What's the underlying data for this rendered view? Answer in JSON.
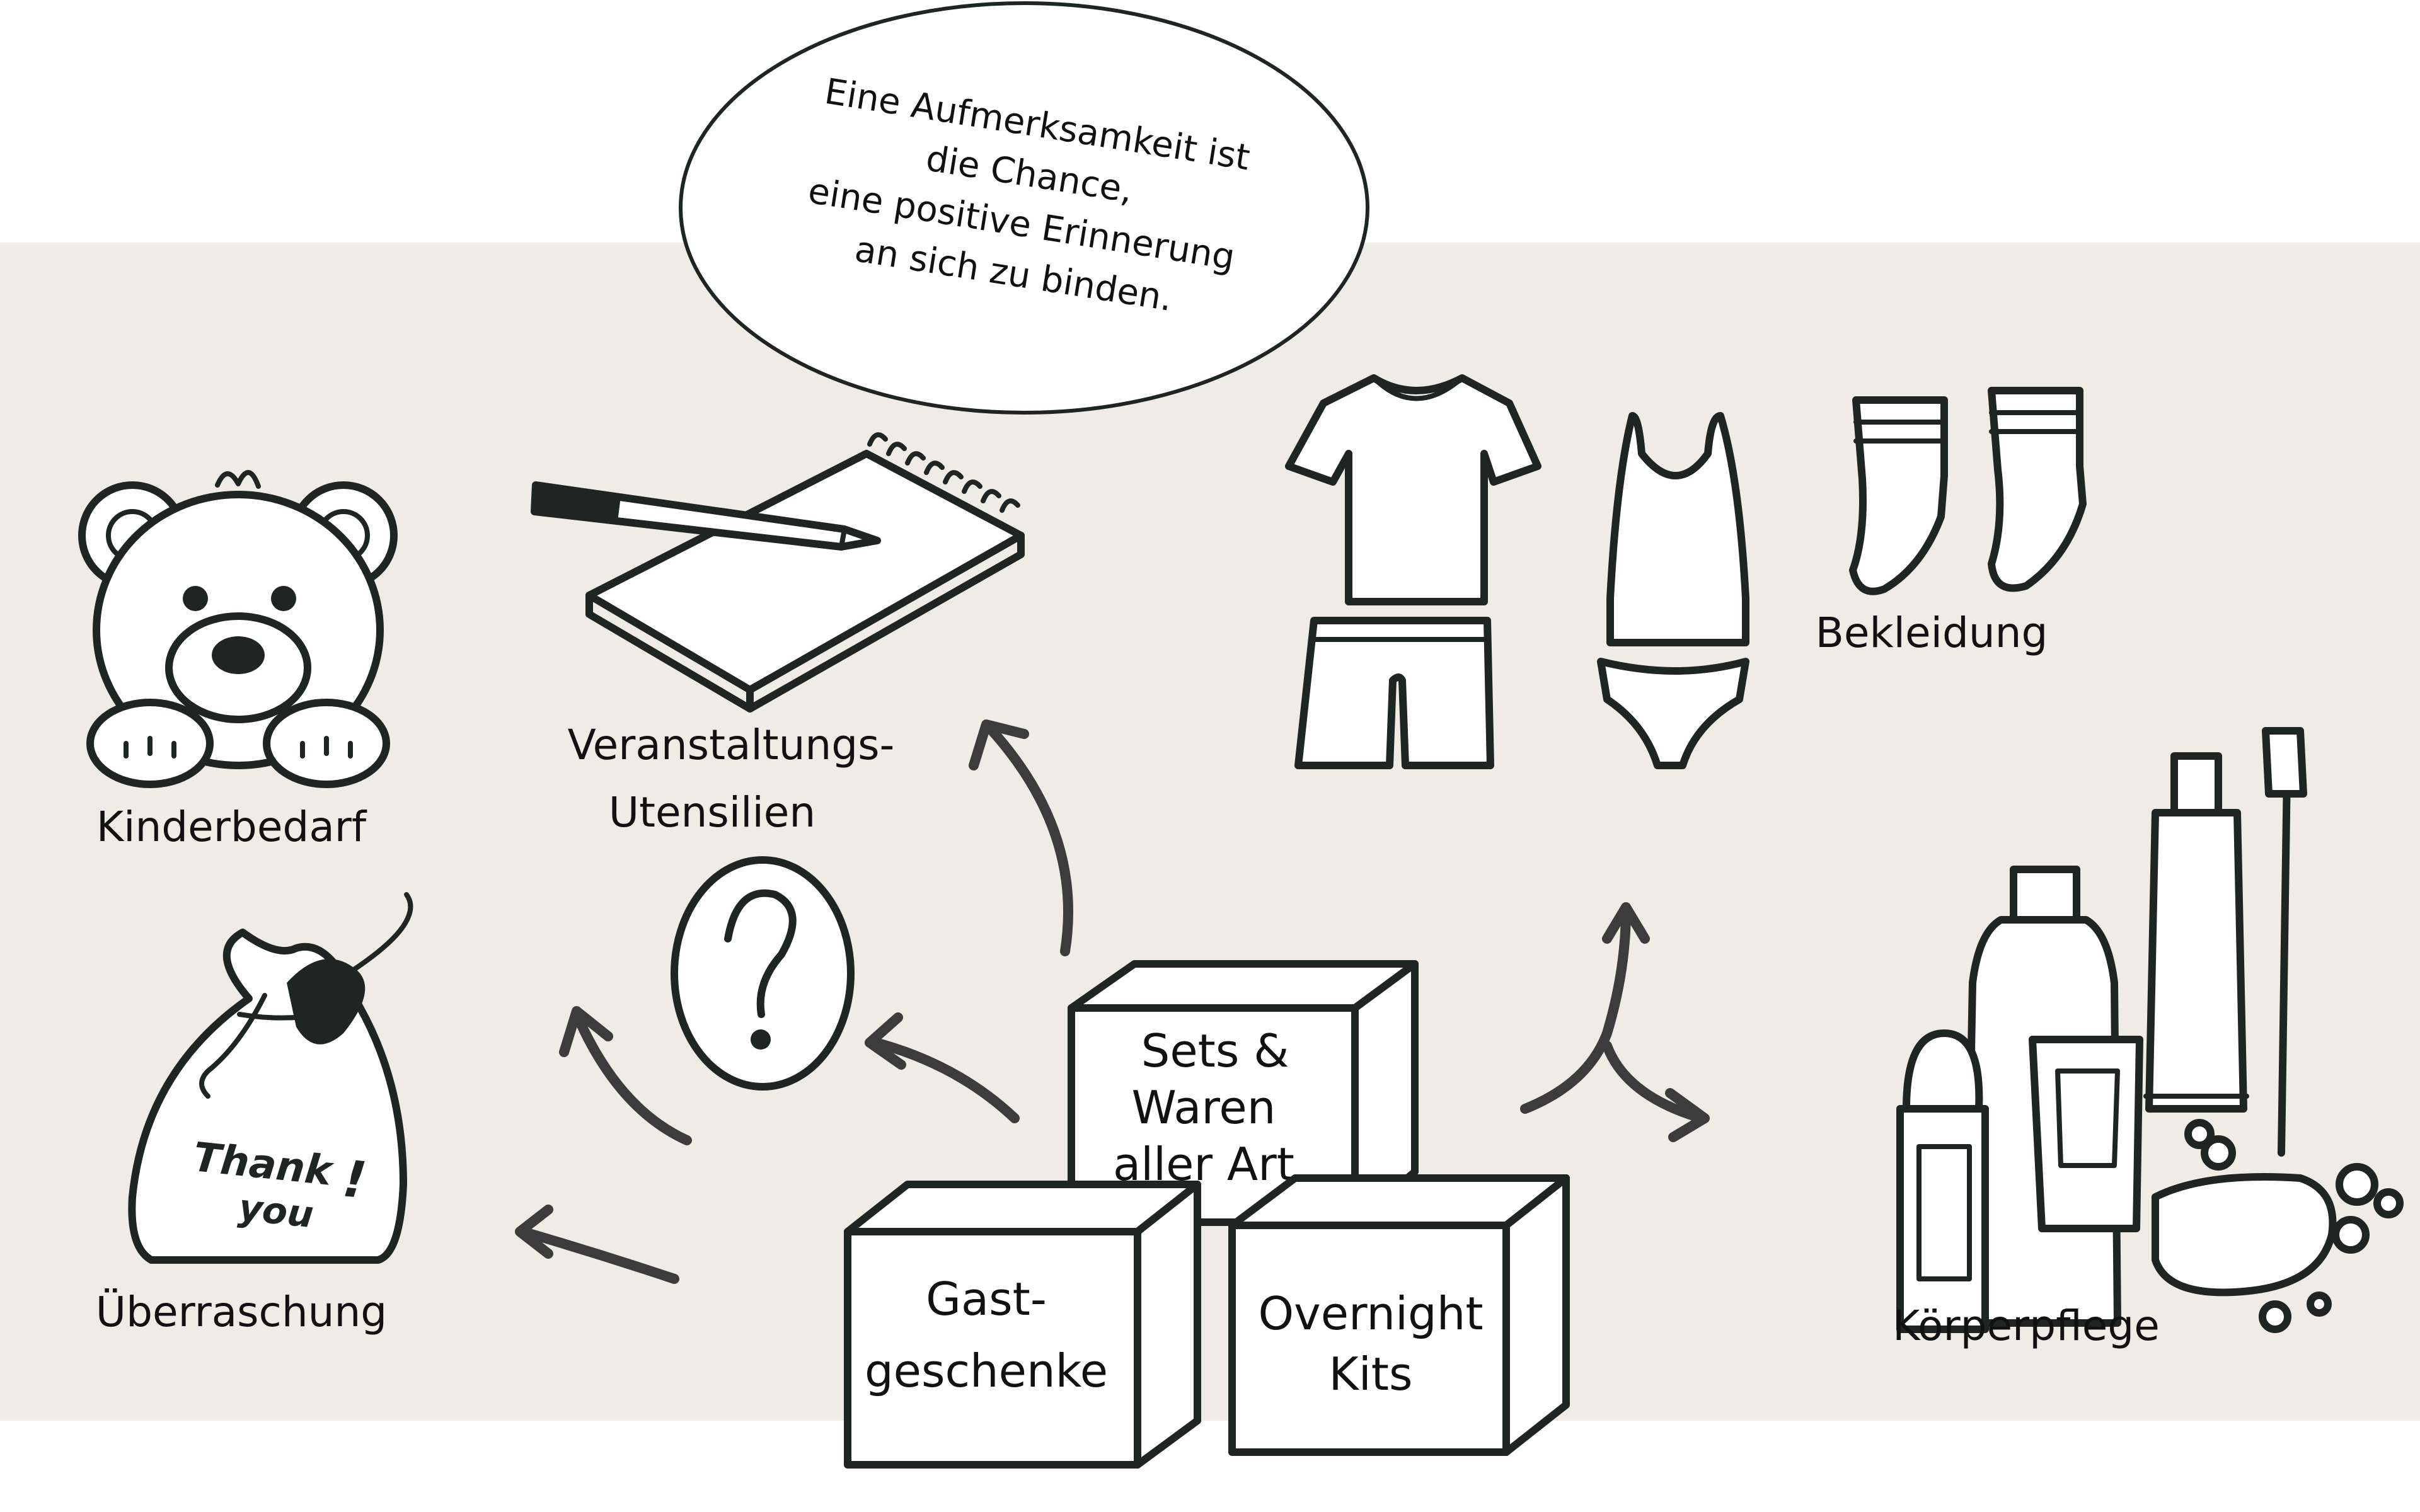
{
  "colors": {
    "page_background": "#ffffff",
    "band_background": "#efece6",
    "ink": "#1f2522",
    "arrow": "#3c3c3c"
  },
  "bubble": {
    "lines": [
      "Eine Aufmerksamkeit ist",
      "die Chance,",
      "eine positive Erinnerung",
      "an sich zu binden."
    ]
  },
  "center_boxes": {
    "top": [
      "Sets &",
      "Waren",
      "aller Art"
    ],
    "bottom_left": [
      "Gast-",
      "geschenke"
    ],
    "bottom_right": [
      "Overnight",
      "Kits"
    ]
  },
  "categories": {
    "kinderbedarf": "Kinderbedarf",
    "veranstaltung": [
      "Veranstaltungs-",
      "Utensilien"
    ],
    "ueberraschung": "Überraschung",
    "bekleidung": "Bekleidung",
    "koerperpflege": "Körperpflege"
  },
  "icons": {
    "kinderbedarf": "teddy-bear-icon",
    "veranstaltung": "notepad-pen-icon",
    "question": "question-mark-icon",
    "ueberraschung": "gift-bag-icon",
    "bekleidung": "clothing-icon",
    "koerperpflege": "toiletries-icon"
  },
  "gift_bag_text": [
    "Thank",
    "you",
    "!"
  ]
}
